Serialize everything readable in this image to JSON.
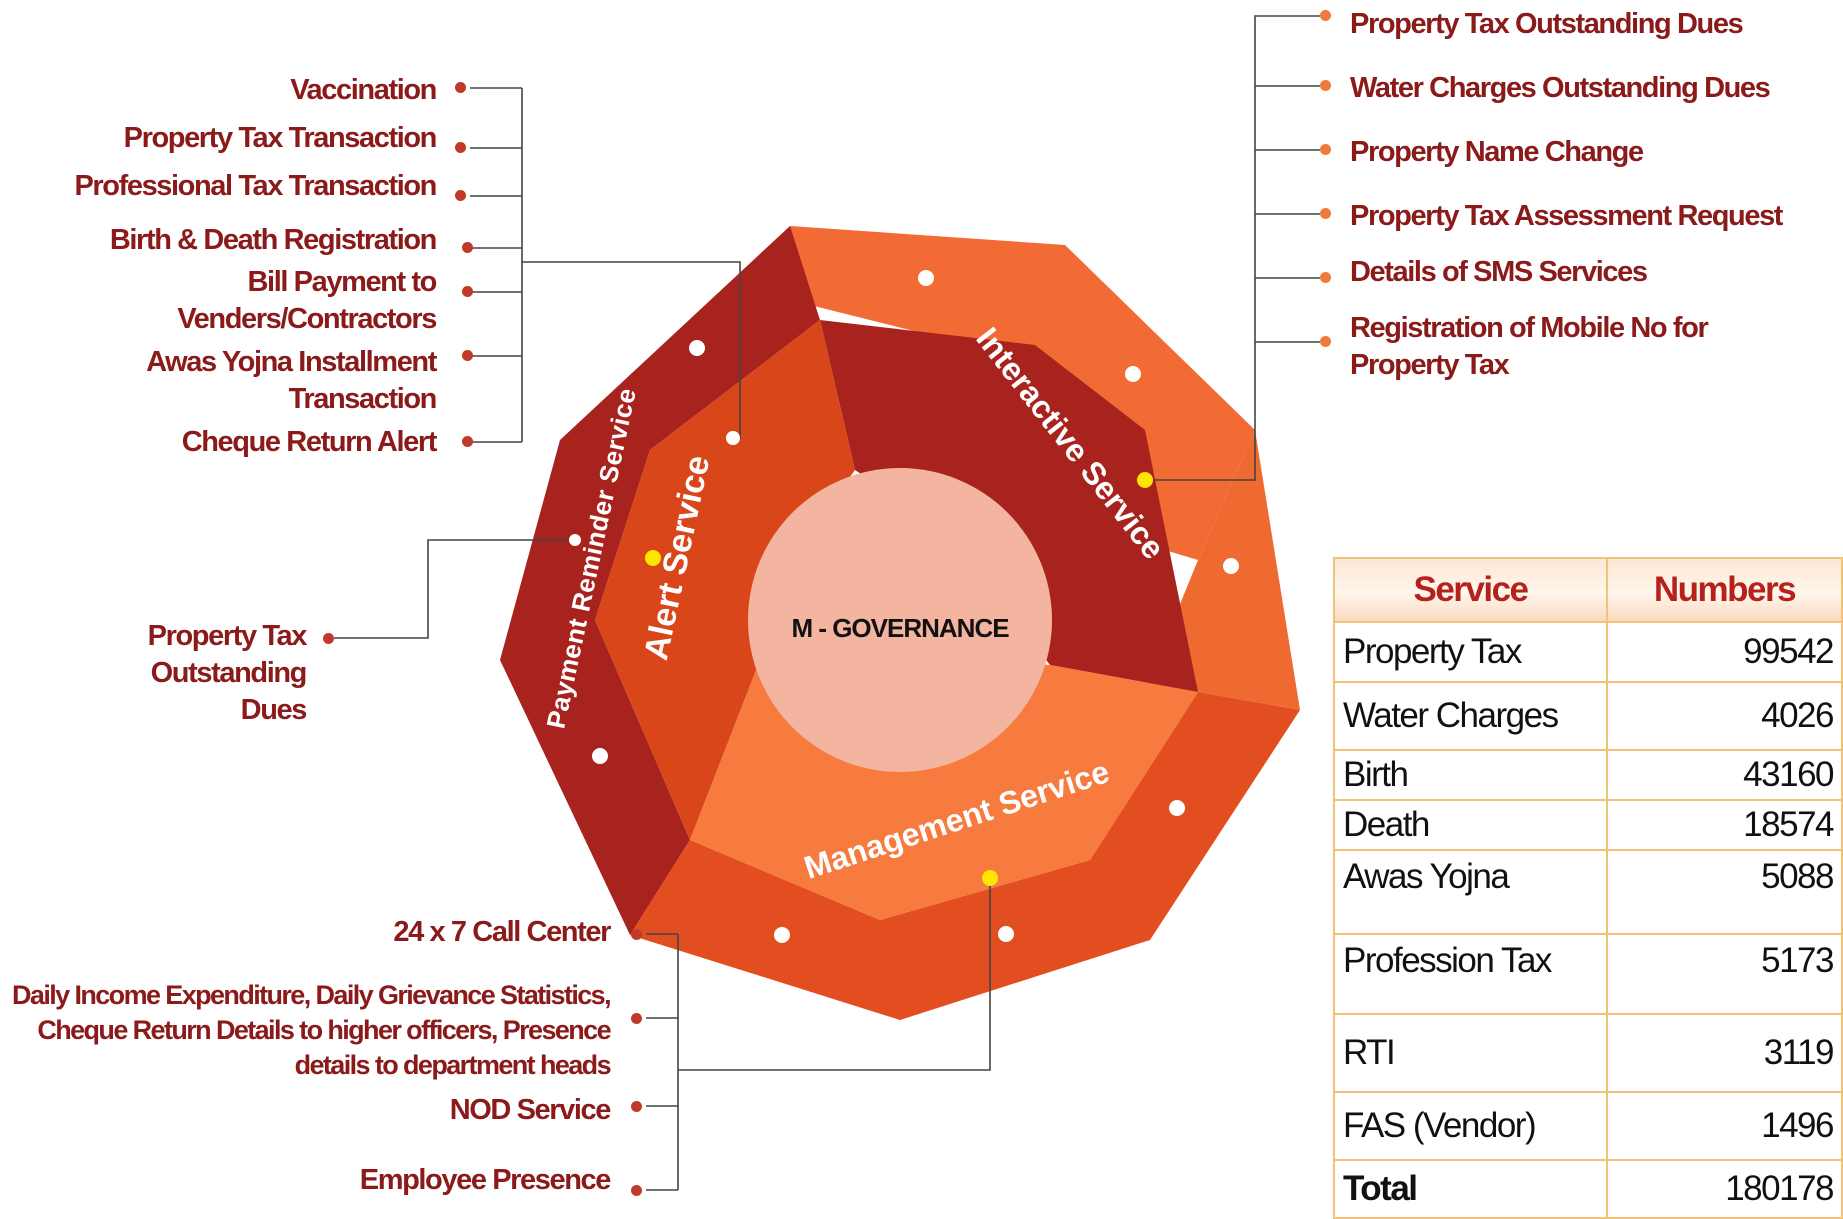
{
  "center_label": "M - GOVERNANCE",
  "segments": {
    "payment_reminder": "Payment Reminder Service",
    "alert": "Alert Service",
    "interactive": "Interactive Service",
    "management": "Management Service"
  },
  "alert_items": [
    "Vaccination",
    "Property Tax Transaction",
    "Professional Tax Transaction",
    "Birth & Death Registration",
    "Bill Payment to Venders/Contractors",
    "Awas Yojna Installment Transaction",
    "Cheque Return Alert"
  ],
  "payment_items": [
    "Property Tax Outstanding Dues"
  ],
  "interactive_items": [
    "Property Tax Outstanding Dues",
    "Water Charges Outstanding Dues",
    "Property Name Change",
    "Property Tax Assessment Request",
    "Details of SMS Services",
    "Registration of Mobile No for Property Tax"
  ],
  "management_items": [
    "24 x 7 Call Center",
    "Daily Income Expenditure, Daily Grievance Statistics, Cheque Return Details to higher officers, Presence details to department heads",
    "NOD Service",
    "Employee Presence"
  ],
  "table": {
    "headers": [
      "Service",
      "Numbers"
    ],
    "rows": [
      {
        "service": "Property Tax",
        "number": "99542"
      },
      {
        "service": "Water Charges",
        "number": "4026"
      },
      {
        "service": "Birth",
        "number": "43160"
      },
      {
        "service": "Death",
        "number": "18574"
      },
      {
        "service": "Awas Yojna",
        "number": "5088"
      },
      {
        "service": "Profession Tax",
        "number": "5173"
      },
      {
        "service": "RTI",
        "number": "3119"
      },
      {
        "service": "FAS (Vendor)",
        "number": "1496"
      }
    ],
    "total_label": "Total",
    "total_value": "180178"
  },
  "colors": {
    "dark_red": "#a8231e",
    "orange": "#e9582a",
    "light_orange": "#f77a3f",
    "deep_orange": "#d9461a",
    "center_fill": "#f3b5a0",
    "label_text": "#8b1a1a",
    "table_border": "#f0c27a",
    "table_header_text": "#b5221e"
  }
}
